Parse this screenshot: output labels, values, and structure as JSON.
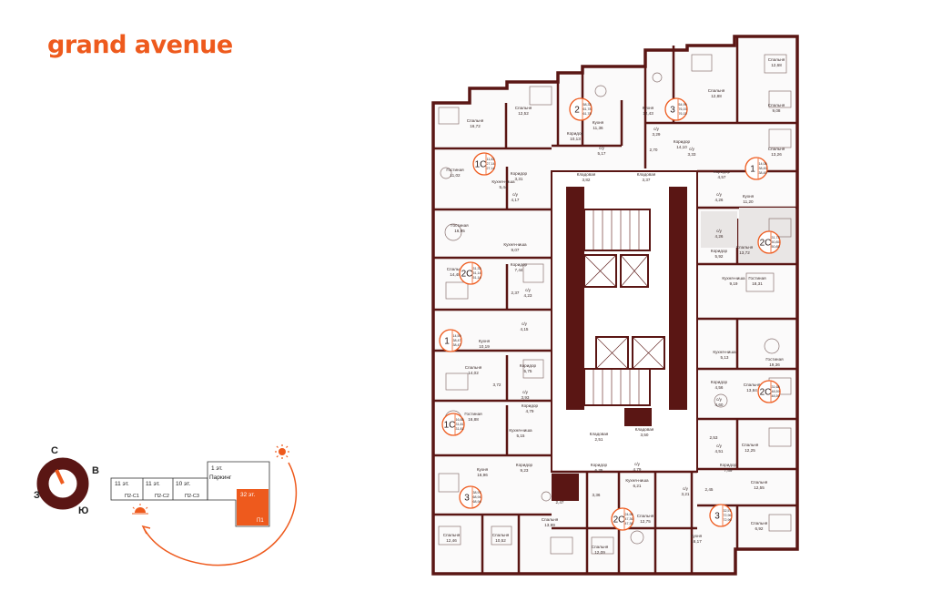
{
  "brand": "grand avenue",
  "colors": {
    "wall": "#5a1614",
    "accent": "#ee5a1d",
    "fill": "#e9e6e5"
  },
  "compass": {
    "north": "С",
    "east": "В",
    "south": "Ю",
    "west": "З"
  },
  "blocks": [
    {
      "line1": "11 эт.",
      "line2": "П2-С1"
    },
    {
      "line1": "11 эт.",
      "line2": "П2-С2"
    },
    {
      "line1": "10 эт.",
      "line2": "П2-С3"
    }
  ],
  "parking": {
    "line1": "1 эт.",
    "line2": "Паркинг"
  },
  "tower": {
    "floors": "32 эт.",
    "code": "П1"
  },
  "rooms": [
    {
      "name": "Спальня",
      "area": "16,72"
    },
    {
      "name": "Спальня",
      "area": "12,52"
    },
    {
      "name": "Кухня",
      "area": "11,36"
    },
    {
      "name": "Коридор",
      "area": "10,13"
    },
    {
      "name": "с/у",
      "area": "5,17"
    },
    {
      "name": "Кухня",
      "area": "12,43"
    },
    {
      "name": "с/у",
      "area": "3,29"
    },
    {
      "name": "Спальня",
      "area": "12,88"
    },
    {
      "name": "Спальня",
      "area": "12,68"
    },
    {
      "name": "Спальня",
      "area": "9,08"
    },
    {
      "name": "Спальня",
      "area": "13,26"
    },
    {
      "name": "Коридор",
      "area": "14,10"
    },
    {
      "name": "с/у",
      "area": "3,33"
    },
    {
      "name": "Гостиная",
      "area": "11,02"
    },
    {
      "name": "Коридор",
      "area": "3,31"
    },
    {
      "name": "Кухня-ниша",
      "area": "5,44"
    },
    {
      "name": "с/у",
      "area": "4,17"
    },
    {
      "name": "Кладовая",
      "area": "3,82"
    },
    {
      "name": "Кладовая",
      "area": "3,37"
    },
    {
      "name": "Коридор",
      "area": "4,57"
    },
    {
      "name": "Кухня",
      "area": "11,20"
    },
    {
      "name": "с/у",
      "area": "4,26"
    },
    {
      "name": "Гостиная",
      "area": "16,95"
    },
    {
      "name": "Кухня-ниша",
      "area": "9,07"
    },
    {
      "name": "Спальня",
      "area": "14,48"
    },
    {
      "name": "Коридор",
      "area": "7,44"
    },
    {
      "name": "с/у",
      "area": "4,23"
    },
    {
      "name": "с/у",
      "area": "4,26"
    },
    {
      "name": "Коридор",
      "area": "5,92"
    },
    {
      "name": "Спальня",
      "area": "13,72"
    },
    {
      "name": "Гостиная",
      "area": "18,31"
    },
    {
      "name": "Кухня-ниша",
      "area": "9,19"
    },
    {
      "name": "с/у",
      "area": "4,15"
    },
    {
      "name": "Кухня",
      "area": "10,19"
    },
    {
      "name": "Спальня",
      "area": "14,02"
    },
    {
      "name": "Коридор",
      "area": "5,75"
    },
    {
      "name": "с/у",
      "area": "3,93"
    },
    {
      "name": "Кухня-ниша",
      "area": "5,13"
    },
    {
      "name": "Гостиная",
      "area": "19,36"
    },
    {
      "name": "Коридор",
      "area": "4,56"
    },
    {
      "name": "Спальня",
      "area": "13,84"
    },
    {
      "name": "с/у",
      "area": "4,60"
    },
    {
      "name": "Гостиная",
      "area": "16,88"
    },
    {
      "name": "Коридор",
      "area": "4,79"
    },
    {
      "name": "Кухня-ниша",
      "area": "5,15"
    },
    {
      "name": "Кладовая",
      "area": "2,51"
    },
    {
      "name": "Кладовая",
      "area": "3,50"
    },
    {
      "name": "Спальня",
      "area": "12,25"
    },
    {
      "name": "с/у",
      "area": "4,51"
    },
    {
      "name": "Кухня",
      "area": "16,96"
    },
    {
      "name": "Коридор",
      "area": "9,23"
    },
    {
      "name": "Коридор",
      "area": "6,35"
    },
    {
      "name": "с/у",
      "area": "4,79"
    },
    {
      "name": "Кухня-ниша",
      "area": "6,21"
    },
    {
      "name": "Коридор",
      "area": "7,89"
    },
    {
      "name": "Спальня",
      "area": "12,55"
    },
    {
      "name": "с/у",
      "area": "3,21"
    },
    {
      "name": "Спальня",
      "area": "13,99"
    },
    {
      "name": "Спальня",
      "area": "12,75"
    },
    {
      "name": "Спальня",
      "area": "6,92"
    },
    {
      "name": "Спальня",
      "area": "12,46"
    },
    {
      "name": "Спальня",
      "area": "10,52"
    },
    {
      "name": "Спальня",
      "area": "12,09"
    },
    {
      "name": "Кухня",
      "area": "16,17"
    }
  ],
  "small_areas": [
    "2,70",
    "2,53",
    "2,47",
    "3,36",
    "2,45",
    "3,72",
    "2,37"
  ],
  "apartments": [
    {
      "type": "1С",
      "a": "11,82",
      "b": "27,14",
      "c": "27,14"
    },
    {
      "type": "2",
      "a": "58,33",
      "b": "61,78",
      "c": "61,78"
    },
    {
      "type": "3",
      "a": "54,99",
      "b": "76,15",
      "c": "76,15"
    },
    {
      "type": "1",
      "a": "14,08",
      "b": "38,45",
      "c": "38,45"
    },
    {
      "type": "2С",
      "a": "31,73",
      "b": "50,85",
      "c": "50,85"
    },
    {
      "type": "2С",
      "a": "31,33",
      "b": "51,14",
      "c": "51,14"
    },
    {
      "type": "1",
      "a": "14,59",
      "b": "38,47",
      "c": "38,47"
    },
    {
      "type": "2С",
      "a": "31,68",
      "b": "48,59",
      "c": "48,59"
    },
    {
      "type": "1С",
      "a": "16,88",
      "b": "31,81",
      "c": "31,81"
    },
    {
      "type": "3",
      "a": "38,97",
      "b": "68,94",
      "c": "68,94"
    },
    {
      "type": "2С",
      "a": "24,96",
      "b": "47,36",
      "c": "47,36"
    },
    {
      "type": "3",
      "a": "32,57",
      "b": "72,96",
      "c": "72,96"
    }
  ]
}
